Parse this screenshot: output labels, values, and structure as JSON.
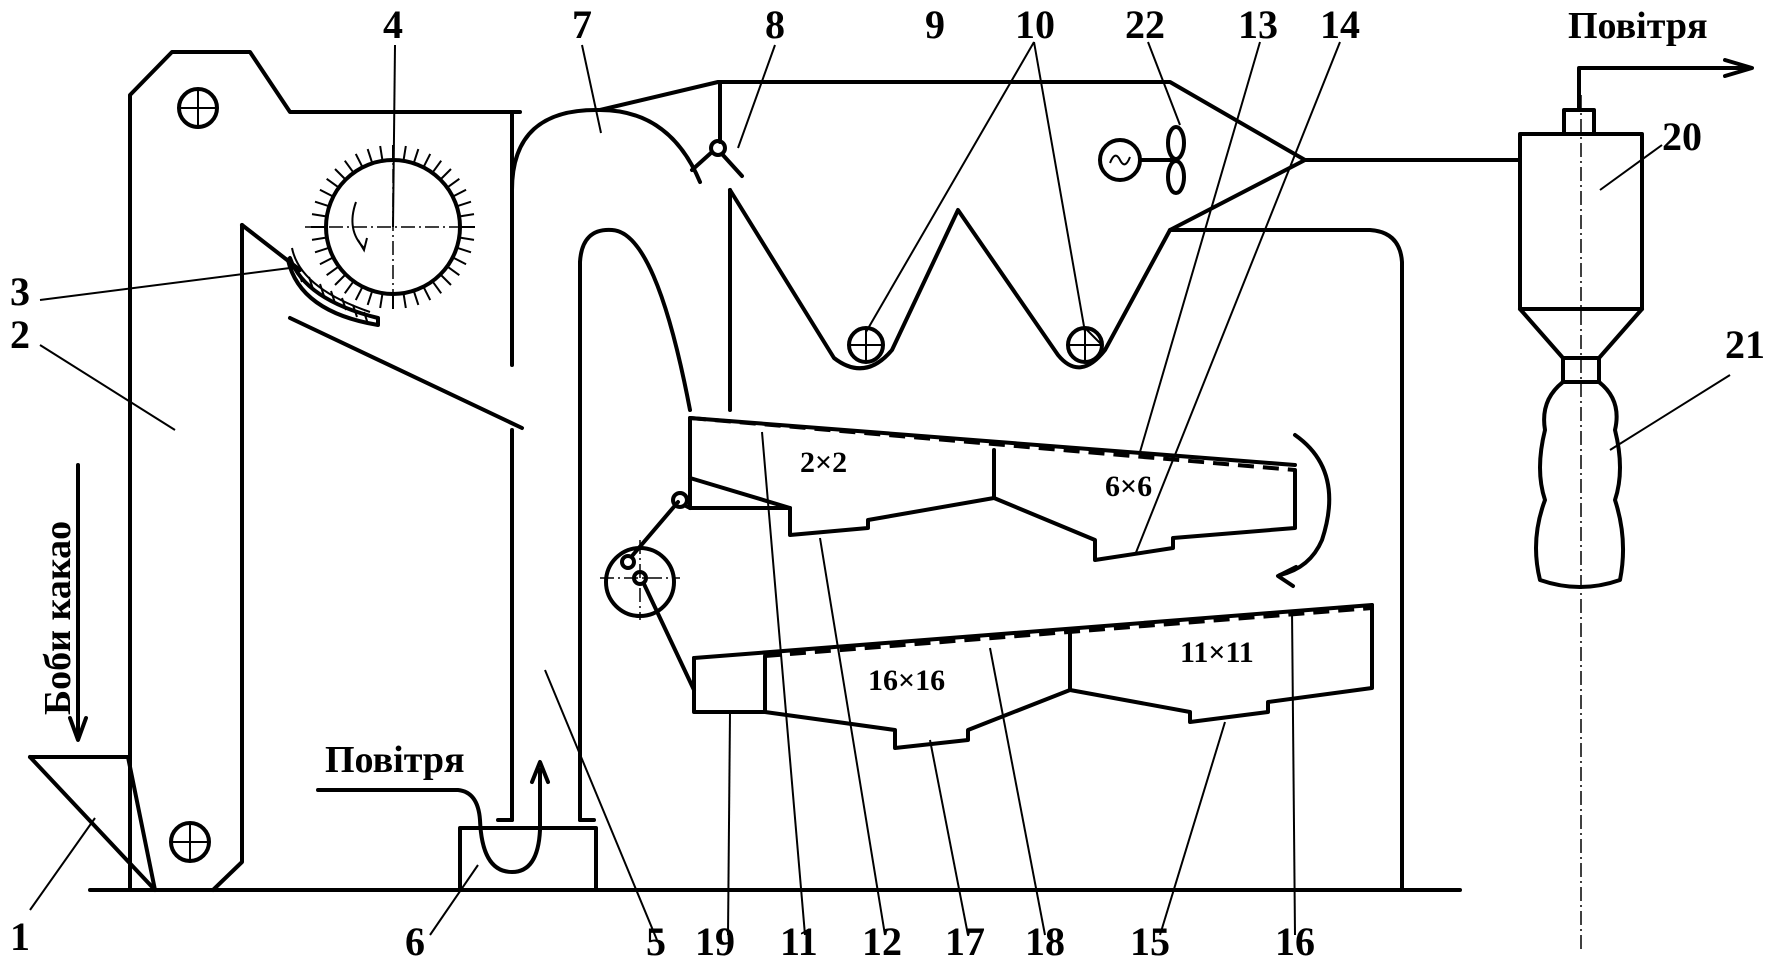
{
  "labels": {
    "air_top": "Повітря",
    "air_bottom": "Повітря",
    "beans": "Боби какао"
  },
  "numbers": {
    "n1": "1",
    "n2": "2",
    "n3": "3",
    "n4": "4",
    "n5": "5",
    "n6": "6",
    "n7": "7",
    "n8": "8",
    "n9": "9",
    "n10": "10",
    "n11": "11",
    "n12": "12",
    "n13": "13",
    "n14": "14",
    "n15": "15",
    "n16": "16",
    "n17": "17",
    "n18": "18",
    "n19": "19",
    "n20": "20",
    "n21": "21",
    "n22": "22"
  },
  "meshes": {
    "m1": "2×2",
    "m2": "6×6",
    "m3": "16×16",
    "m4": "11×11"
  }
}
